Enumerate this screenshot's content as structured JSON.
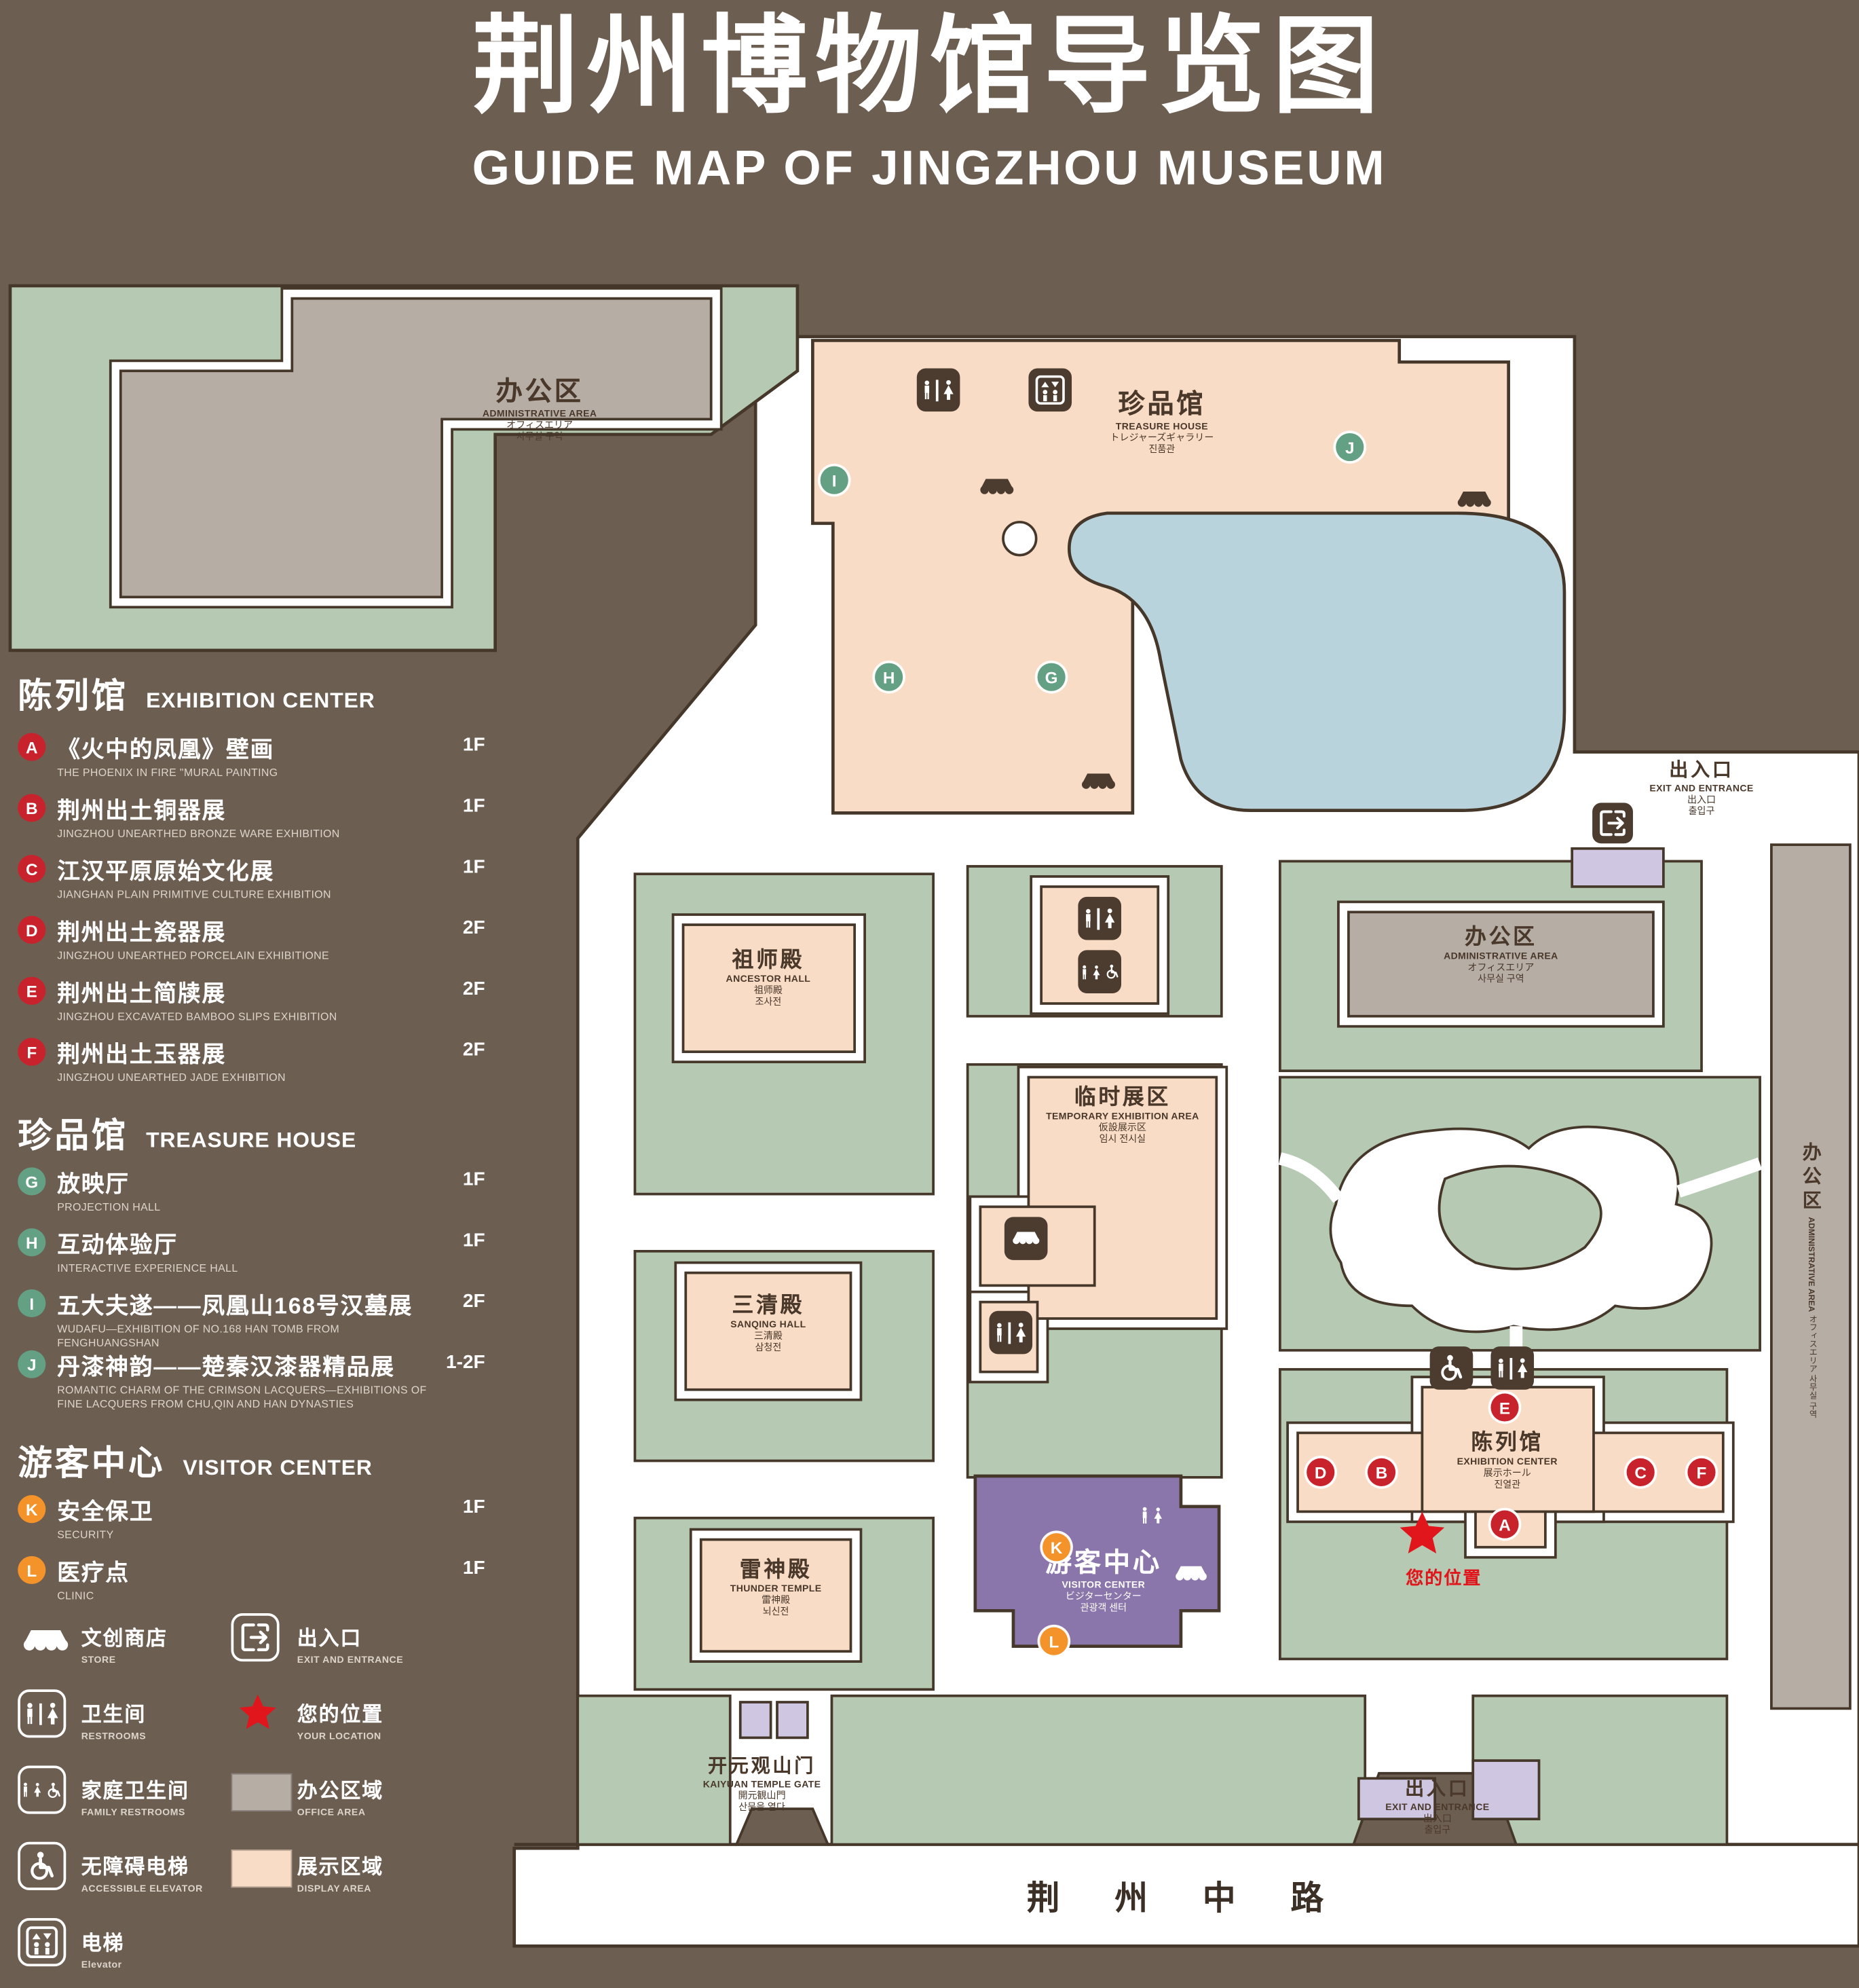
{
  "page": {
    "title_zh": "荆州博物馆导览图",
    "title_en": "GUIDE MAP OF JINGZHOU MUSEUM"
  },
  "colors": {
    "background": "#6d5e52",
    "outline": "#453729",
    "green_area": "#b6cab3",
    "display_area": "#f9dcc6",
    "office_area": "#b6ada5",
    "pond": "#b9d3dd",
    "visitor_center": "#8b76ac",
    "entrance": "#cfc6e2",
    "marker_red": "#c8232c",
    "marker_green": "#63a084",
    "marker_orange": "#f39329",
    "your_location_red": "#e0161c"
  },
  "sidebar": {
    "sections": [
      {
        "zh": "陈列馆",
        "en": "EXHIBITION CENTER",
        "items": [
          {
            "id": "A",
            "zh": "《火中的凤凰》壁画",
            "en": "THE PHOENIX IN FIRE \"MURAL PAINTING",
            "floor": "1F"
          },
          {
            "id": "B",
            "zh": "荆州出土铜器展",
            "en": "JINGZHOU UNEARTHED BRONZE WARE EXHIBITION",
            "floor": "1F"
          },
          {
            "id": "C",
            "zh": "江汉平原原始文化展",
            "en": "JIANGHAN PLAIN PRIMITIVE CULTURE EXHIBITION",
            "floor": "1F"
          },
          {
            "id": "D",
            "zh": "荆州出土瓷器展",
            "en": "JINGZHOU UNEARTHED PORCELAIN EXHIBITIONE",
            "floor": "2F"
          },
          {
            "id": "E",
            "zh": "荆州出土简牍展",
            "en": "JINGZHOU EXCAVATED BAMBOO SLIPS EXHIBITION",
            "floor": "2F"
          },
          {
            "id": "F",
            "zh": "荆州出土玉器展",
            "en": "JINGZHOU UNEARTHED JADE EXHIBITION",
            "floor": "2F"
          }
        ]
      },
      {
        "zh": "珍品馆",
        "en": "TREASURE HOUSE",
        "items": [
          {
            "id": "G",
            "zh": "放映厅",
            "en": "PROJECTION HALL",
            "floor": "1F"
          },
          {
            "id": "H",
            "zh": "互动体验厅",
            "en": "INTERACTIVE EXPERIENCE HALL",
            "floor": "1F"
          },
          {
            "id": "I",
            "zh": "五大夫遂——凤凰山168号汉墓展",
            "en": "WUDAFU—EXHIBITION OF NO.168 HAN TOMB FROM FENGHUANGSHAN",
            "floor": "2F"
          },
          {
            "id": "J",
            "zh": "丹漆神韵——楚秦汉漆器精品展",
            "en": "ROMANTIC CHARM OF THE CRIMSON LACQUERS—EXHIBITIONS OF FINE LACQUERS FROM CHU,QIN AND HAN DYNASTIES",
            "floor": "1-2F"
          }
        ]
      },
      {
        "zh": "游客中心",
        "en": "VISITOR CENTER",
        "items": [
          {
            "id": "K",
            "zh": "安全保卫",
            "en": "SECURITY",
            "floor": "1F"
          },
          {
            "id": "L",
            "zh": "医疗点",
            "en": "CLINIC",
            "floor": "1F"
          }
        ]
      }
    ],
    "symbols": [
      {
        "zh": "文创商店",
        "en": "STORE"
      },
      {
        "zh": "出入口",
        "en": "EXIT AND ENTRANCE"
      },
      {
        "zh": "卫生间",
        "en": "RESTROOMS"
      },
      {
        "zh": "您的位置",
        "en": "YOUR LOCATION"
      },
      {
        "zh": "家庭卫生间",
        "en": "FAMILY RESTROOMS"
      },
      {
        "zh": "办公区域",
        "en": "OFFICE AREA"
      },
      {
        "zh": "无障碍电梯",
        "en": "ACCESSIBLE ELEVATOR"
      },
      {
        "zh": "展示区域",
        "en": "DISPLAY AREA"
      },
      {
        "zh": "电梯",
        "en": "Elevator"
      }
    ]
  },
  "map": {
    "admin_nw": {
      "zh": "办公区",
      "en": "ADMINISTRATIVE AREA",
      "ja": "オフィスエリア",
      "ko": "사무실 구역"
    },
    "treasure_house": {
      "zh": "珍品馆",
      "en": "TREASURE HOUSE",
      "ja": "トレジャーズギャラリー",
      "ko": "진품관"
    },
    "ancestor_hall": {
      "zh": "祖师殿",
      "en": "ANCESTOR HALL",
      "ja": "祖师殿",
      "ko": "조사전"
    },
    "sanqing_hall": {
      "zh": "三清殿",
      "en": "SANQING HALL",
      "ja": "三清殿",
      "ko": "삼청전"
    },
    "thunder_temple": {
      "zh": "雷神殿",
      "en": "THUNDER TEMPLE",
      "ja": "雷神殿",
      "ko": "뇌신전"
    },
    "temporary_exhibition": {
      "zh": "临时展区",
      "en": "TEMPORARY EXHIBITION AREA",
      "ja": "仮設展示区",
      "ko": "임시 전시실"
    },
    "admin_e": {
      "zh": "办公区",
      "en": "ADMINISTRATIVE AREA",
      "ja": "オフィスエリア",
      "ko": "사무실 구역"
    },
    "admin_far_e": {
      "zh": "办公区",
      "en": "ADMINISTRATIVE AREA",
      "ja": "オフィスエリア",
      "ko": "사무실 구역"
    },
    "exhibition_center": {
      "zh": "陈列馆",
      "en": "EXHIBITION CENTER",
      "ja": "展示ホール",
      "ko": "진열관"
    },
    "visitor_center": {
      "zh": "游客中心",
      "en": "VISITOR CENTER",
      "ja": "ビジターセンター",
      "ko": "관광객 센터"
    },
    "kaiyuan_gate": {
      "zh": "开元观山门",
      "en": "KAIYUAN TEMPLE GATE",
      "ja": "開元観山門",
      "ko": "산문을 열다"
    },
    "exit_ne": {
      "zh": "出入口",
      "en": "EXIT AND ENTRANCE",
      "ja": "出入口",
      "ko": "출입구"
    },
    "exit_s": {
      "zh": "出入口",
      "en": "EXIT AND ENTRANCE",
      "ja": "出入口",
      "ko": "출입구"
    },
    "your_location": {
      "zh": "您的位置"
    },
    "road": {
      "zh": "荆 州 中 路"
    },
    "markers": {
      "A": "A",
      "B": "B",
      "C": "C",
      "D": "D",
      "E": "E",
      "F": "F",
      "G": "G",
      "H": "H",
      "I": "I",
      "J": "J",
      "K": "K",
      "L": "L"
    }
  }
}
